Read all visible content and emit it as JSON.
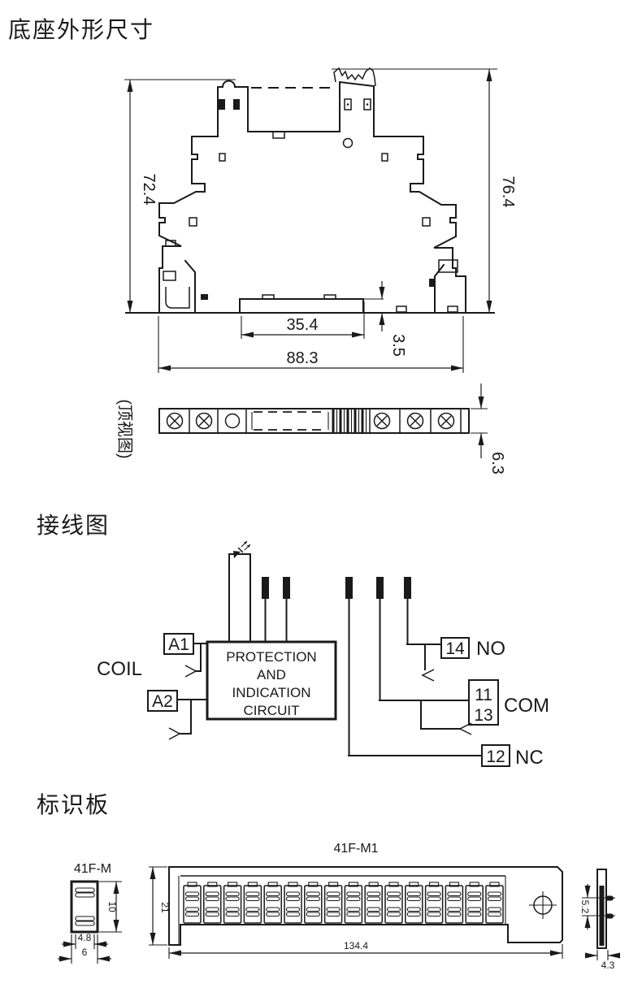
{
  "colors": {
    "ink": "#1a1a1a",
    "paper": "#ffffff"
  },
  "base_section": {
    "title": "底座外形尺寸",
    "top_view_label": "(顶视图)",
    "dims": {
      "left_height": "72.4",
      "right_height": "76.4",
      "slot_width": "35.4",
      "overall_width": "88.3",
      "bottom_step": "3.5",
      "strip_thickness": "6.3"
    }
  },
  "wiring_section": {
    "title": "接线图",
    "coil": "COIL",
    "terminal_a1": "A1",
    "terminal_a2": "A2",
    "circuit_lines": {
      "l1": "PROTECTION",
      "l2": "AND",
      "l3": "INDICATION",
      "l4": "CIRCUIT"
    },
    "no_terminal": "14",
    "no_label": "NO",
    "com_terminal_1": "11",
    "com_terminal_2": "13",
    "com_label": "COM",
    "nc_terminal": "12",
    "nc_label": "NC"
  },
  "plate_section": {
    "title": "标识板",
    "small_plate_label": "41F-M",
    "large_plate_label": "41F-M1",
    "dims": {
      "small_height": "10",
      "small_slot_width": "4.8",
      "small_width": "6",
      "large_height": "21",
      "large_width": "134.4",
      "side_gap": "5.2",
      "side_width": "4.3"
    }
  }
}
